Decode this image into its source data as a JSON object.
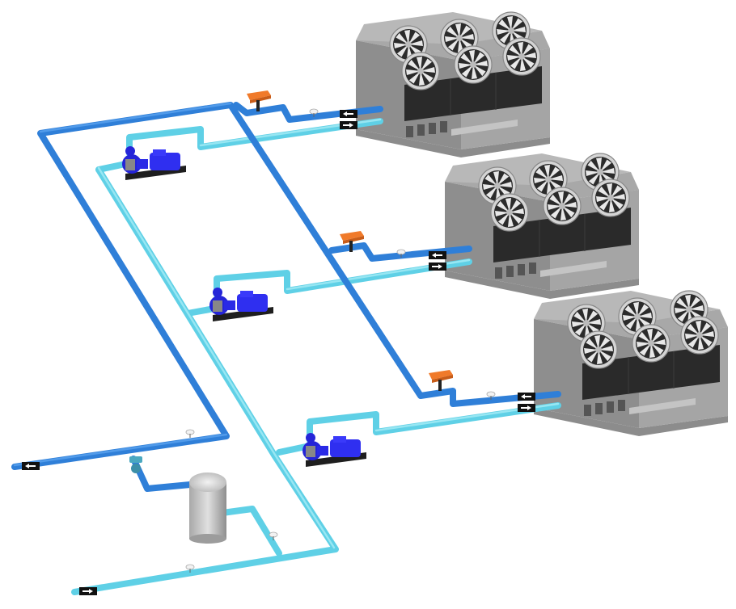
{
  "diagram": {
    "type": "chiller-plant-piping-isometric",
    "colors": {
      "supply_pipe": "#2f7fd8",
      "supply_pipe_highlight": "#5aa3ef",
      "return_pipe": "#5fd0e6",
      "return_pipe_highlight": "#a6ecf6",
      "pump": "#2a2ae6",
      "pump_base": "#222222",
      "chiller_body": "#9a9a9a",
      "chiller_top": "#b8b8b8",
      "chiller_panel": "#2a2a2a",
      "fan_ring": "#d0d0d0",
      "actuator": "#f07a2a",
      "tank": "#bdbdbd",
      "flow_tag": "#111111"
    },
    "components": {
      "chillers": [
        {
          "name": "chiller-1",
          "fans": 6,
          "icon": "air-cooled-chiller-icon"
        },
        {
          "name": "chiller-2",
          "fans": 6,
          "icon": "air-cooled-chiller-icon"
        },
        {
          "name": "chiller-3",
          "fans": 6,
          "icon": "air-cooled-chiller-icon"
        }
      ],
      "pumps": [
        {
          "name": "pump-1",
          "icon": "centrifugal-pump-icon"
        },
        {
          "name": "pump-2",
          "icon": "centrifugal-pump-icon"
        },
        {
          "name": "pump-3",
          "icon": "centrifugal-pump-icon"
        }
      ],
      "valves": [
        {
          "name": "motorized-valve-1",
          "icon": "valve-actuator-icon"
        },
        {
          "name": "motorized-valve-2",
          "icon": "valve-actuator-icon"
        },
        {
          "name": "motorized-valve-3",
          "icon": "valve-actuator-icon"
        }
      ],
      "tank": {
        "name": "expansion-tank",
        "icon": "tank-icon"
      },
      "flow_markers": {
        "supply": "arrow-left-icon",
        "return": "arrow-right-icon"
      }
    }
  }
}
